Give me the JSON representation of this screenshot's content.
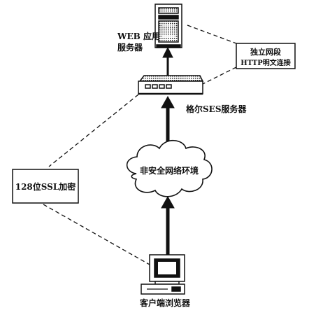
{
  "nodes": {
    "web_server": {
      "label_line1": "WEB 应用",
      "label_line2": "服务器"
    },
    "ses_server": {
      "label": "格尔SES服务器"
    },
    "insecure_network": {
      "label": "非安全网络环境"
    },
    "client_browser": {
      "label": "客户端浏览器"
    }
  },
  "callouts": {
    "isolated_segment": {
      "line1": "独立网段",
      "line2": "HTTP明文连接"
    },
    "ssl_encryption": {
      "label": "128位SSL加密"
    }
  },
  "colors": {
    "ink": "#111111",
    "background": "#ffffff"
  }
}
